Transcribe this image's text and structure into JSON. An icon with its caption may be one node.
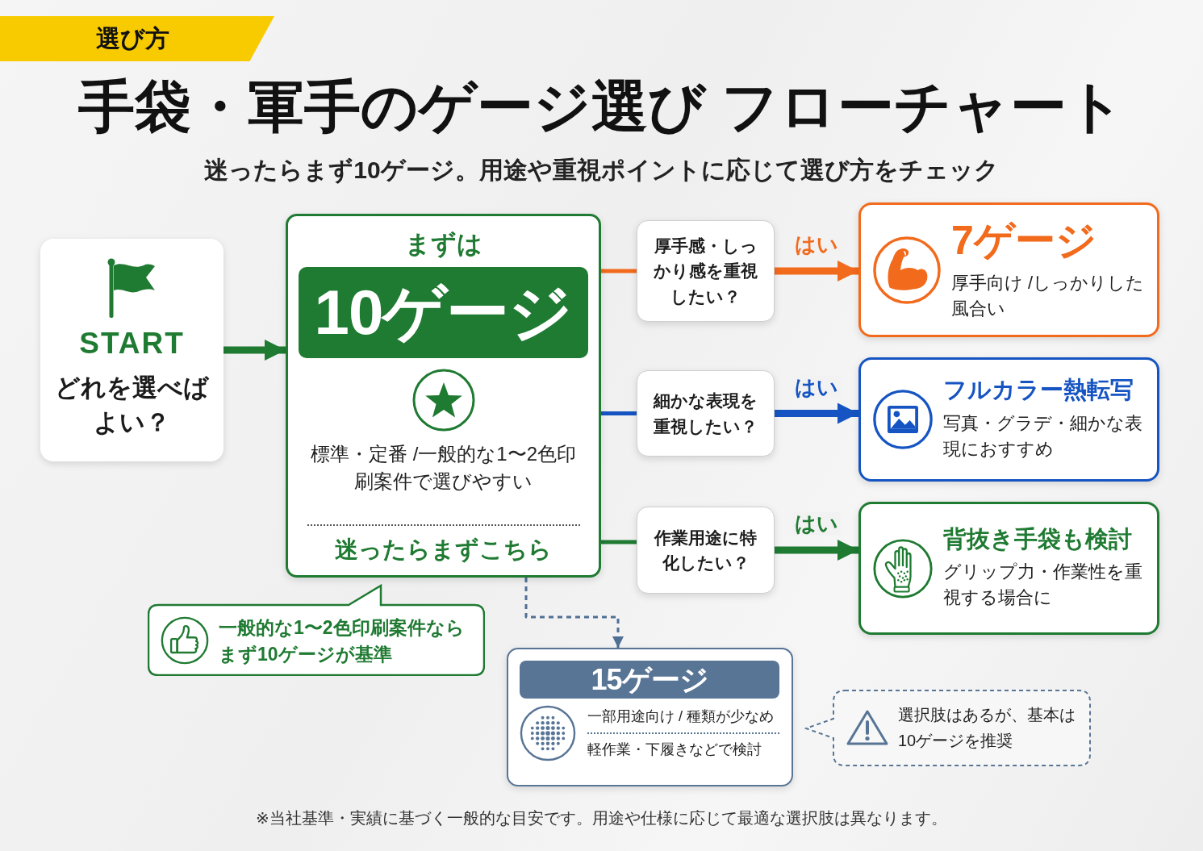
{
  "diagram": {
    "title": "手袋・軍手のゲージ選び フローチャート",
    "caption": "※当社基準・実績に基づく一般的な目安です。用途や仕様に応じて最適な選択肢は異なります。",
    "nodes": [
      {
        "text": [
          "選び方"
        ]
      },
      {
        "text": [
          "START",
          "どれを選べばよい？"
        ]
      },
      {
        "text": [
          "まずは",
          "標準・定番 /一般的な1〜2色印刷案件で選びやすい",
          "迷ったらまずこちら"
        ]
      },
      {
        "text": [
          "10ゲージ"
        ],
        "in": 2
      },
      {
        "text": [
          "厚手感・しっかり感を重視したい？"
        ]
      },
      {
        "text": [
          "7ゲージ",
          "厚手向け /しっかりした風合い"
        ]
      },
      {
        "text": [
          "細かな表現を重視したい？"
        ]
      },
      {
        "text": [
          "フルカラー熱転写",
          "写真・グラデ・細かな表現におすすめ"
        ]
      },
      {
        "text": [
          "作業用途に特化したい？"
        ]
      },
      {
        "text": [
          "背抜き手袋も検討",
          "グリップ力・作業性を重視する場合に"
        ]
      },
      {
        "text": [
          "一般的な1〜2色印刷案件ならまず10ゲージが基準"
        ]
      },
      {
        "text": [
          "一部用途向け / 種類が少なめ",
          "軽作業・下履きなどで検討"
        ]
      },
      {
        "text": [
          "15ゲージ"
        ],
        "in": 11
      },
      {
        "text": [
          "選択肢はあるが、基本は10ゲージを推奨"
        ]
      }
    ],
    "edges": [
      {
        "from": 1,
        "to": 2,
        "arrow": "to",
        "style": "thick",
        "color": "#1f7a32"
      },
      {
        "from": 2,
        "to": 4,
        "arrow": "none",
        "color": "#f26a1c"
      },
      {
        "from": 4,
        "to": 5,
        "arrow": "to",
        "label": "はい",
        "style": "thick",
        "color": "#f26a1c"
      },
      {
        "from": 2,
        "to": 6,
        "arrow": "none",
        "color": "#1554c2"
      },
      {
        "from": 6,
        "to": 7,
        "arrow": "to",
        "label": "はい",
        "style": "thick",
        "color": "#1554c2"
      },
      {
        "from": 2,
        "to": 8,
        "arrow": "none",
        "color": "#1f7a32"
      },
      {
        "from": 8,
        "to": 9,
        "arrow": "to",
        "label": "はい",
        "style": "thick",
        "color": "#1f7a32"
      },
      {
        "from": 2,
        "to": 11,
        "arrow": "to",
        "style": "dashed",
        "color": "#4f6f94"
      }
    ],
    "labels": [
      "迷ったらまず10ゲージ。用途や重視ポイントに応じて選び方をチェック"
    ]
  }
}
